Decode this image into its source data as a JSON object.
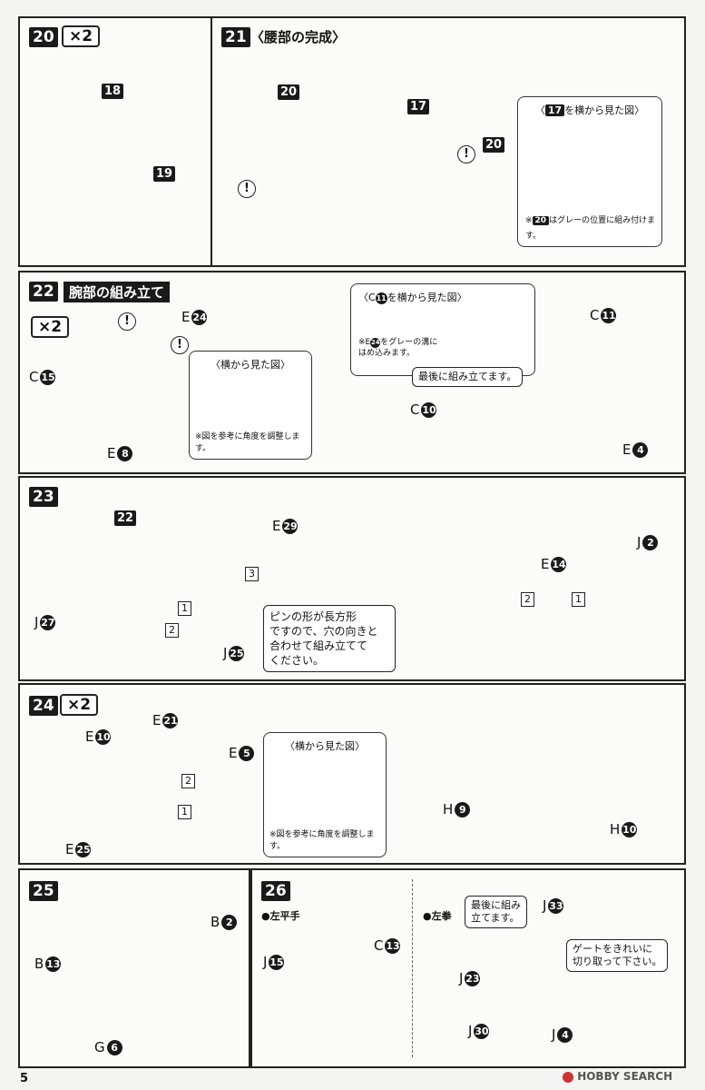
{
  "page_number": "5",
  "watermark": "HOBBY SEARCH",
  "steps": {
    "s20": {
      "num": "20",
      "mult": "×2",
      "parts": [
        "18",
        "19"
      ]
    },
    "s21": {
      "num": "21",
      "title": "〈腰部の完成〉",
      "parts": [
        "20",
        "17",
        "20"
      ],
      "inset_title_pre": "〈",
      "inset_title_ref": "17",
      "inset_title_post": "を横から見た図〉",
      "inset_note_ref": "20",
      "inset_note": "はグレーの位置に組み付けます。"
    },
    "s22": {
      "num": "22",
      "title": "腕部の組み立て",
      "mult": "×2",
      "inset1_title": "〈横から見た図〉",
      "inset1_note": "※図を参考に角度を調整します。",
      "inset2_title_pre": "〈C",
      "inset2_title_num": "11",
      "inset2_title_post": "を横から見た図〉",
      "inset2_note_pre": "※E",
      "inset2_note_num": "24",
      "inset2_note_line1": "をグレーの溝に",
      "inset2_note_line2": "はめ込みます。",
      "callout": "最後に組み立てます。",
      "parts": {
        "e24": {
          "letter": "E",
          "num": "24"
        },
        "c15": {
          "letter": "C",
          "num": "15"
        },
        "e8": {
          "letter": "E",
          "num": "8"
        },
        "c11": {
          "letter": "C",
          "num": "11"
        },
        "c10": {
          "letter": "C",
          "num": "10"
        },
        "e4": {
          "letter": "E",
          "num": "4"
        }
      }
    },
    "s23": {
      "num": "23",
      "part_ref": "22",
      "callout_lines": [
        "ピンの形が長方形",
        "ですので、穴の向きと",
        "合わせて組み立てて",
        "ください。"
      ],
      "seq": [
        "1",
        "2",
        "3",
        "2",
        "1"
      ],
      "parts": {
        "e29": {
          "letter": "E",
          "num": "29"
        },
        "j27": {
          "letter": "J",
          "num": "27"
        },
        "j25": {
          "letter": "J",
          "num": "25"
        },
        "e14": {
          "letter": "E",
          "num": "14"
        },
        "j2": {
          "letter": "J",
          "num": "2"
        }
      }
    },
    "s24": {
      "num": "24",
      "mult": "×2",
      "inset_title": "〈横から見た図〉",
      "inset_note": "※図を参考に角度を調整します。",
      "seq": [
        "2",
        "1"
      ],
      "parts": {
        "e10": {
          "letter": "E",
          "num": "10"
        },
        "e21": {
          "letter": "E",
          "num": "21"
        },
        "e5": {
          "letter": "E",
          "num": "5"
        },
        "e25": {
          "letter": "E",
          "num": "25"
        },
        "h9": {
          "letter": "H",
          "num": "9"
        },
        "h10": {
          "letter": "H",
          "num": "10"
        }
      }
    },
    "s25": {
      "num": "25",
      "parts": {
        "b2": {
          "letter": "B",
          "num": "2"
        },
        "b13": {
          "letter": "B",
          "num": "13"
        },
        "g6": {
          "letter": "G",
          "num": "6"
        }
      }
    },
    "s26": {
      "num": "26",
      "sub1": "●左平手",
      "sub2": "●左拳",
      "callout1_lines": [
        "最後に組み",
        "立てます。"
      ],
      "callout2_lines": [
        "ゲートをきれいに",
        "切り取って下さい。"
      ],
      "parts": {
        "j15": {
          "letter": "J",
          "num": "15"
        },
        "c13": {
          "letter": "C",
          "num": "13"
        },
        "j33": {
          "letter": "J",
          "num": "33"
        },
        "j23": {
          "letter": "J",
          "num": "23"
        },
        "j30": {
          "letter": "J",
          "num": "30"
        },
        "j4": {
          "letter": "J",
          "num": "4"
        }
      }
    }
  }
}
